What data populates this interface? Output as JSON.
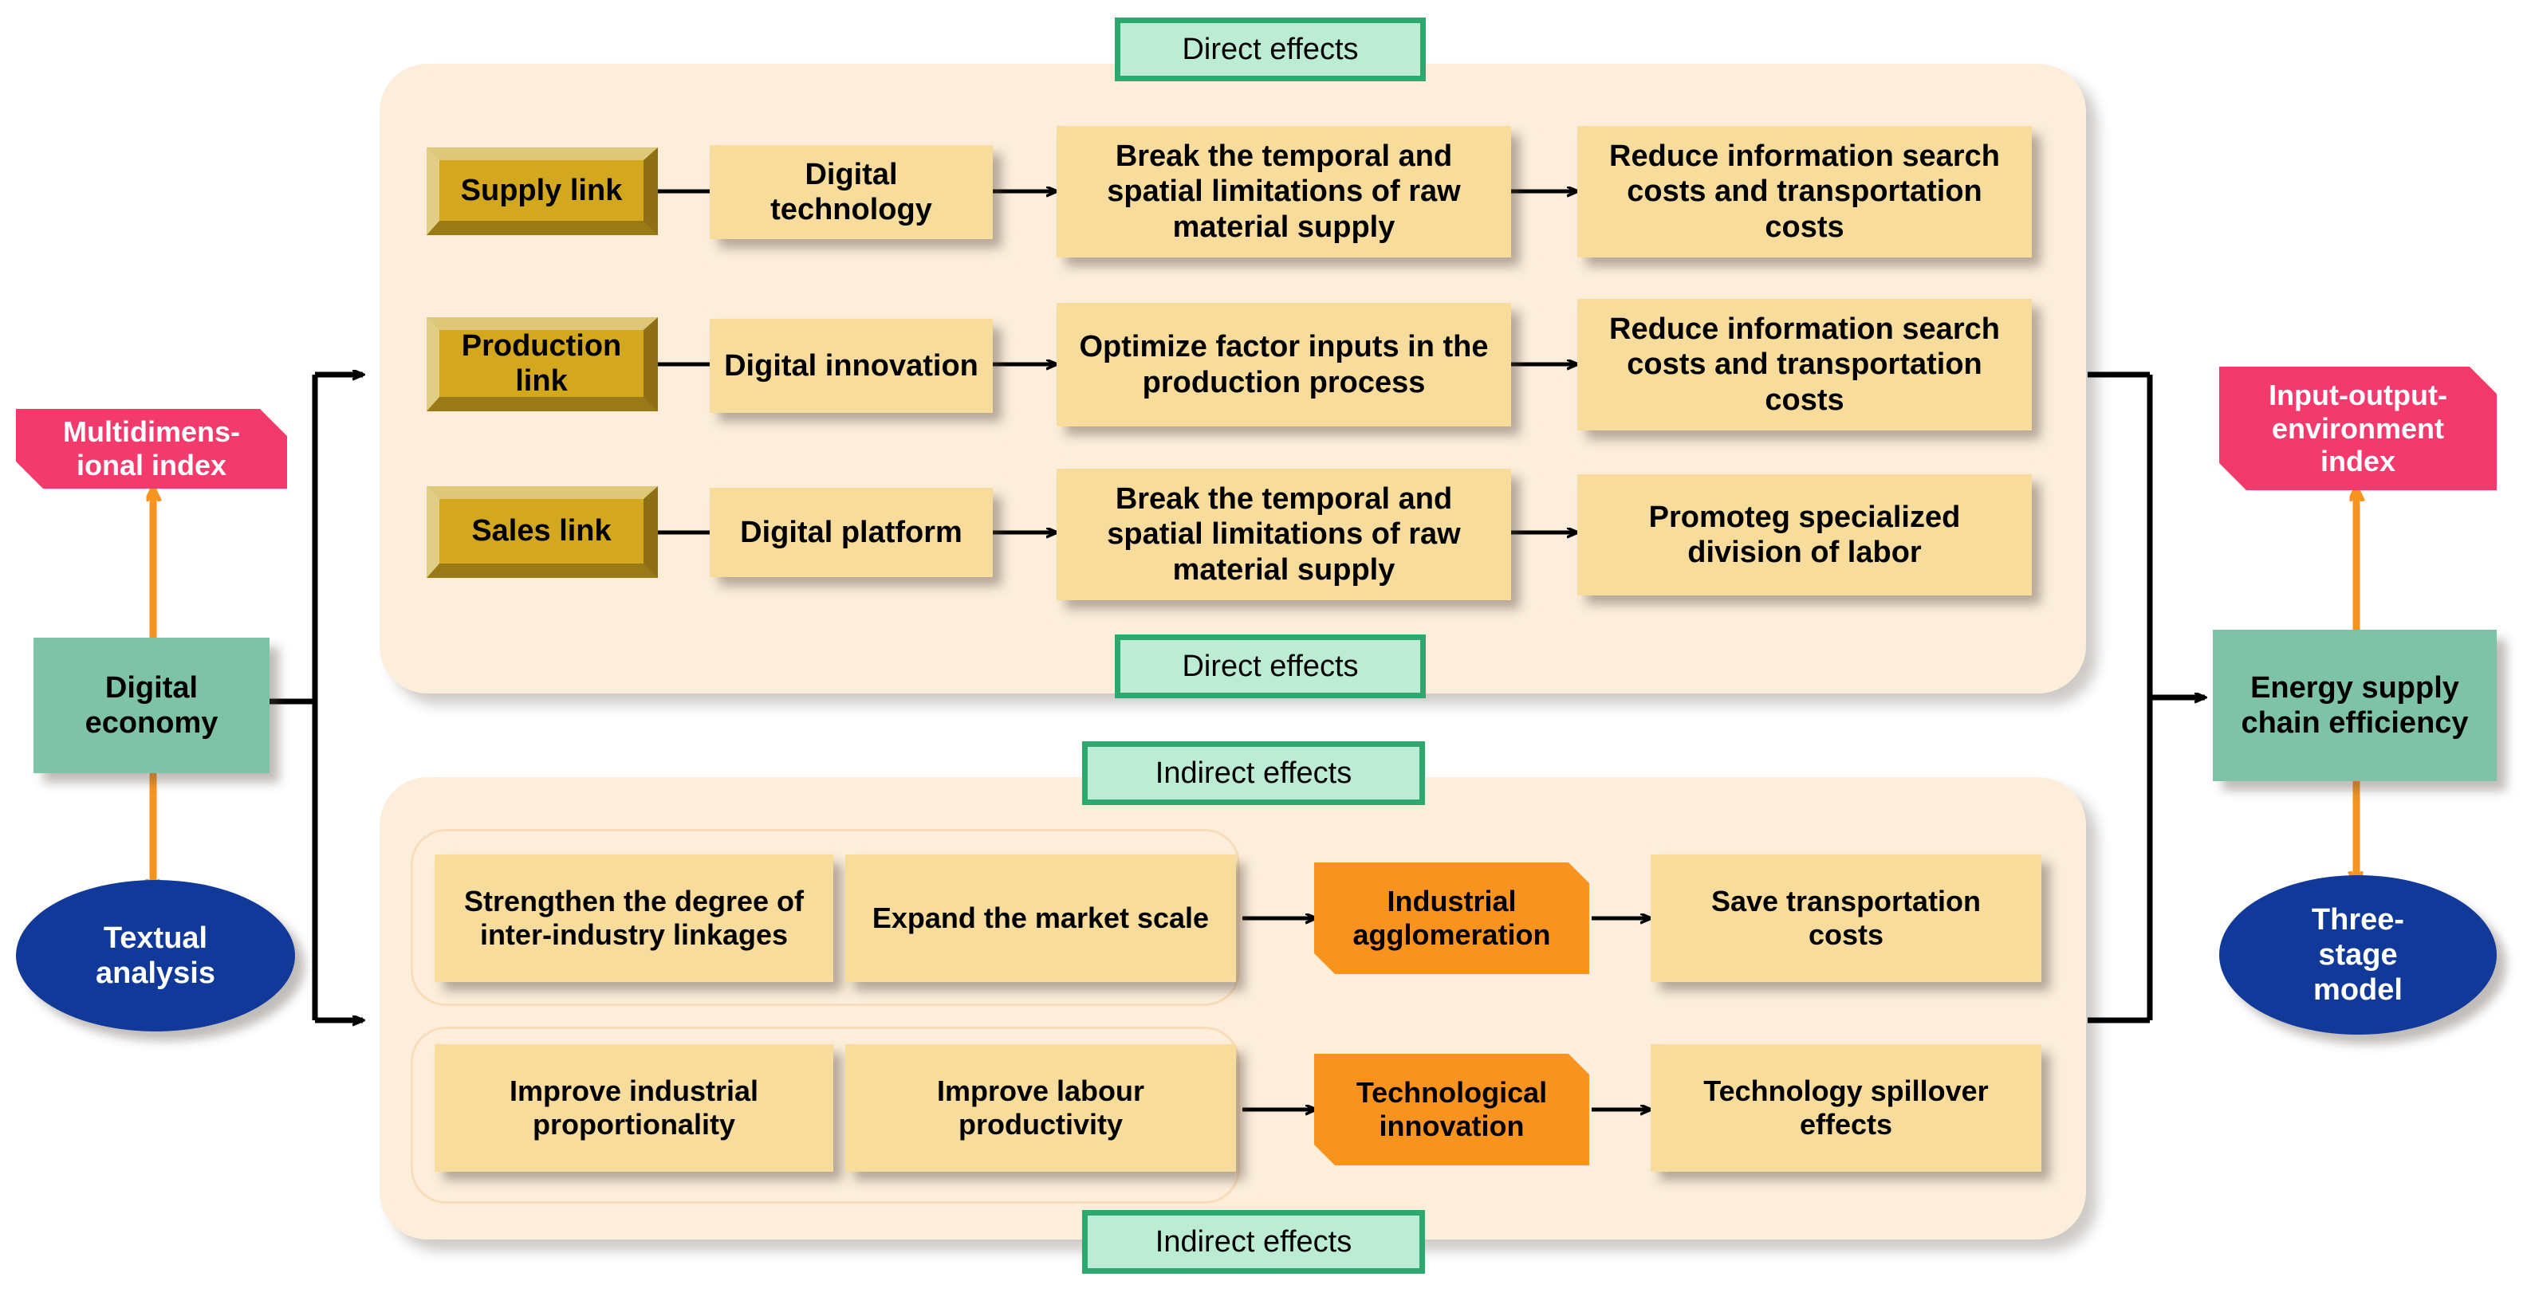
{
  "left_column": {
    "index_label": "Multidimens-\nional index",
    "core_label": "Digital\neconomy",
    "method_label": "Textual\nanalysis"
  },
  "right_column": {
    "index_label": "Input-output-\nenvironment\nindex",
    "core_label": "Energy supply\nchain efficiency",
    "method_label": "Three-\nstage\nmodel"
  },
  "direct_panel": {
    "badge_top": "Direct effects",
    "badge_bottom": "Direct effects",
    "rows": [
      {
        "link": "Supply link",
        "enabler": "Digital\ntechnology",
        "mechanism": "Break the temporal and\nspatial limitations of raw\nmaterial supply",
        "outcome": "Reduce information search\ncosts and transportation\ncosts"
      },
      {
        "link": "Production\nlink",
        "enabler": "Digital innovation",
        "mechanism": "Optimize factor inputs in the\nproduction process",
        "outcome": "Reduce information search\ncosts and transportation\ncosts"
      },
      {
        "link": "Sales link",
        "enabler": "Digital platform",
        "mechanism": "Break the temporal and\nspatial limitations of raw\nmaterial supply",
        "outcome": "Promoteg specialized\ndivision of labor"
      }
    ]
  },
  "indirect_panel": {
    "badge_top": "Indirect effects",
    "badge_bottom": "Indirect effects",
    "rows": [
      {
        "driver_a": "Strengthen the degree of\ninter-industry linkages",
        "driver_b": "Expand the market scale",
        "channel": "Industrial\nagglomeration",
        "outcome": "Save transportation\ncosts"
      },
      {
        "driver_a": "Improve industrial\nproportionality",
        "driver_b": "Improve labour\nproductivity",
        "channel": "Technological\ninnovation",
        "outcome": "Technology spillover\neffects"
      }
    ]
  },
  "colors": {
    "panel_bg": "#fdeedc",
    "process_box": "#f8dc9c",
    "gold_box": "#d3a81f",
    "orange_box": "#f8931f",
    "badge_fill": "#bdecd4",
    "badge_border": "#2fa86f",
    "pink": "#f23a6d",
    "teal": "#7ec3a8",
    "blue": "#11399a",
    "arrow_orange": "#f79420",
    "arrow_black": "#000000"
  }
}
